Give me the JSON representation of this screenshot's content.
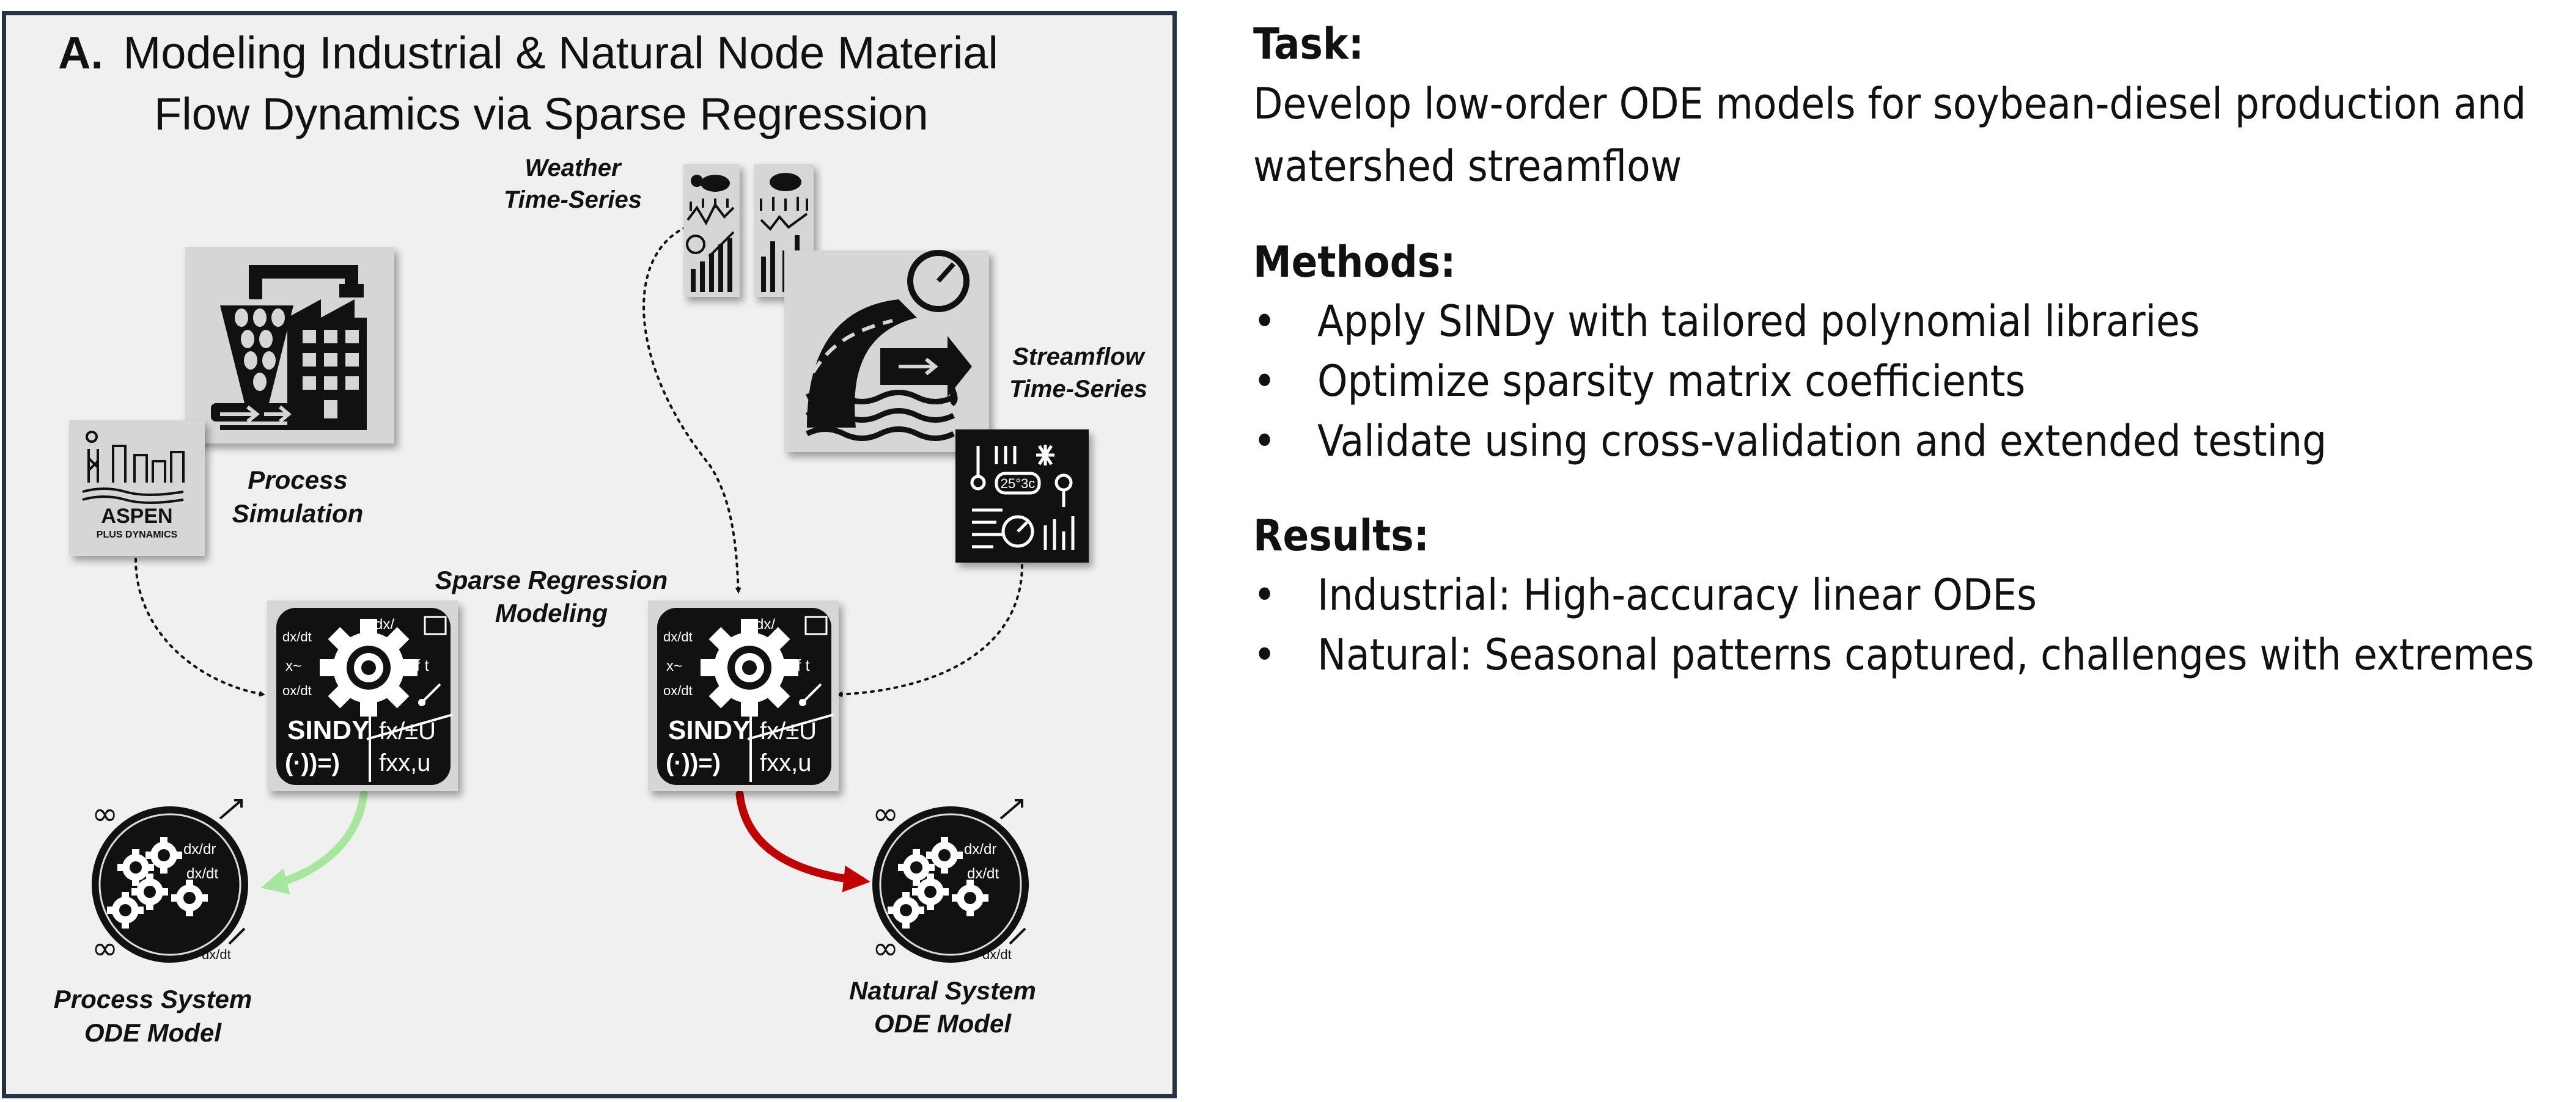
{
  "panel": {
    "label": "A.",
    "title_line1": "Modeling Industrial & Natural Node Material",
    "title_line2": "Flow Dynamics via Sparse Regression",
    "border_color": "#243447",
    "background": "#f0f0f0"
  },
  "diagram": {
    "weather_label_line1": "Weather",
    "weather_label_line2": "Time-Series",
    "streamflow_label_line1": "Streamflow",
    "streamflow_label_line2": "Time-Series",
    "process_sim_line1": "Process",
    "process_sim_line2": "Simulation",
    "sparse_line1": "Sparse Regression",
    "sparse_line2": "Modeling",
    "process_ode_line1": "Process System",
    "process_ode_line2": "ODE Model",
    "natural_ode_line1": "Natural System",
    "natural_ode_line2": "ODE Model",
    "aspen_logo_line1": "ASPEN",
    "aspen_logo_line2": "PLUS DYNAMICS",
    "sindy_text": "SINDY",
    "sindy_formula": "fx/±U",
    "sindy_formula2": "(·))=)",
    "sindy_formula3": "fxx,u",
    "sindy_dx1": "dx/dt",
    "sindy_dx2": "ox/dt",
    "sindy_x": "x~",
    "sindy_ft": "f t",
    "sindy_top": "dx/",
    "ode_dx1": "dx/dr",
    "ode_dx2": "dx/dt",
    "ode_bottom": "dx/dt",
    "weather_temp": "25°3c",
    "green_arrow_color": "#a8e6a0",
    "red_arrow_color": "#c00000",
    "icon_dark": "#111111"
  },
  "task": {
    "heading": "Task:",
    "body": "Develop low-order ODE models for soybean-diesel production and watershed streamflow"
  },
  "methods": {
    "heading": "Methods:",
    "items": [
      "Apply SINDy with tailored polynomial libraries",
      "Optimize sparsity matrix coefficients",
      "Validate using cross-validation and extended testing"
    ]
  },
  "results": {
    "heading": "Results:",
    "items": [
      "Industrial: High-accuracy linear ODEs",
      "Natural: Seasonal patterns captured, challenges with extremes"
    ]
  }
}
